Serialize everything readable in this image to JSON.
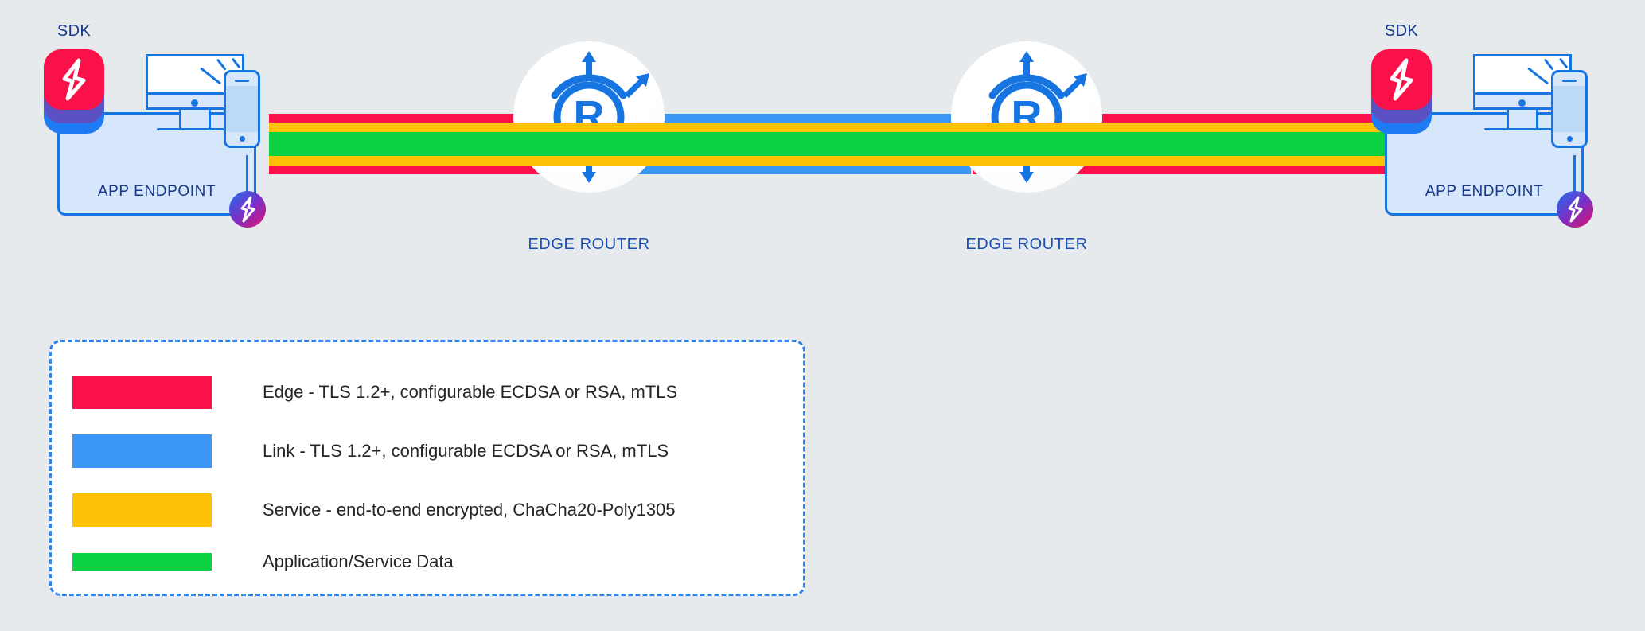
{
  "diagram": {
    "background_color": "#e7eaed",
    "title_text_color": "#16388c",
    "nodes": [
      {
        "id": "endpoint-left",
        "label": "APP ENDPOINT",
        "sdk_label": "SDK",
        "badge_icon": "lightning-bolt-icon"
      },
      {
        "id": "router-left",
        "label": "EDGE ROUTER",
        "icon": "edge-router-icon"
      },
      {
        "id": "router-right",
        "label": "EDGE ROUTER",
        "icon": "edge-router-icon"
      },
      {
        "id": "endpoint-right",
        "label": "APP ENDPOINT",
        "sdk_label": "SDK",
        "badge_icon": "lightning-bolt-icon"
      }
    ],
    "segments": [
      {
        "id": "edge-left",
        "outer_band": "edge",
        "outer_color": "#fb1149"
      },
      {
        "id": "link-middle",
        "outer_band": "link",
        "outer_color": "#3b96f5"
      },
      {
        "id": "edge-right",
        "outer_band": "edge",
        "outer_color": "#fb1149"
      }
    ],
    "band_colors": {
      "edge": "#fb1149",
      "link": "#3b96f5",
      "service": "#ffc107",
      "data": "#0bd241"
    }
  },
  "legend": {
    "items": [
      {
        "color": "#fb1149",
        "swatch_name": "edge-swatch",
        "text": "Edge - TLS 1.2+, configurable ECDSA or RSA, mTLS"
      },
      {
        "color": "#3b96f5",
        "swatch_name": "link-swatch",
        "text": "Link - TLS 1.2+, configurable ECDSA or RSA, mTLS"
      },
      {
        "color": "#ffc107",
        "swatch_name": "service-swatch",
        "text": "Service - end-to-end encrypted, ChaCha20-Poly1305"
      },
      {
        "color": "#0bd241",
        "swatch_name": "application-swatch",
        "text": "Application/Service Data"
      }
    ]
  }
}
